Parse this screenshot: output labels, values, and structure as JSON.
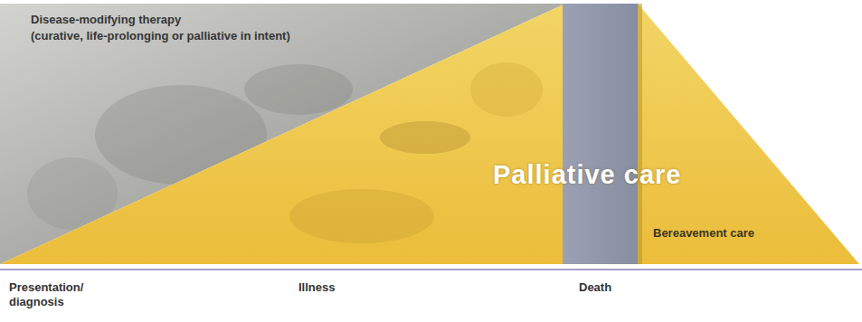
{
  "diagram": {
    "nodes": [
      {
        "text": [
          "Disease-modifying therapy",
          "(curative, life-prolonging or palliative in intent)"
        ]
      },
      {
        "text": [
          "Palliative care",
          "Bereavement care"
        ]
      }
    ],
    "labels": [
      "Presentation/ diagnosis",
      "Illness",
      "Death"
    ]
  }
}
